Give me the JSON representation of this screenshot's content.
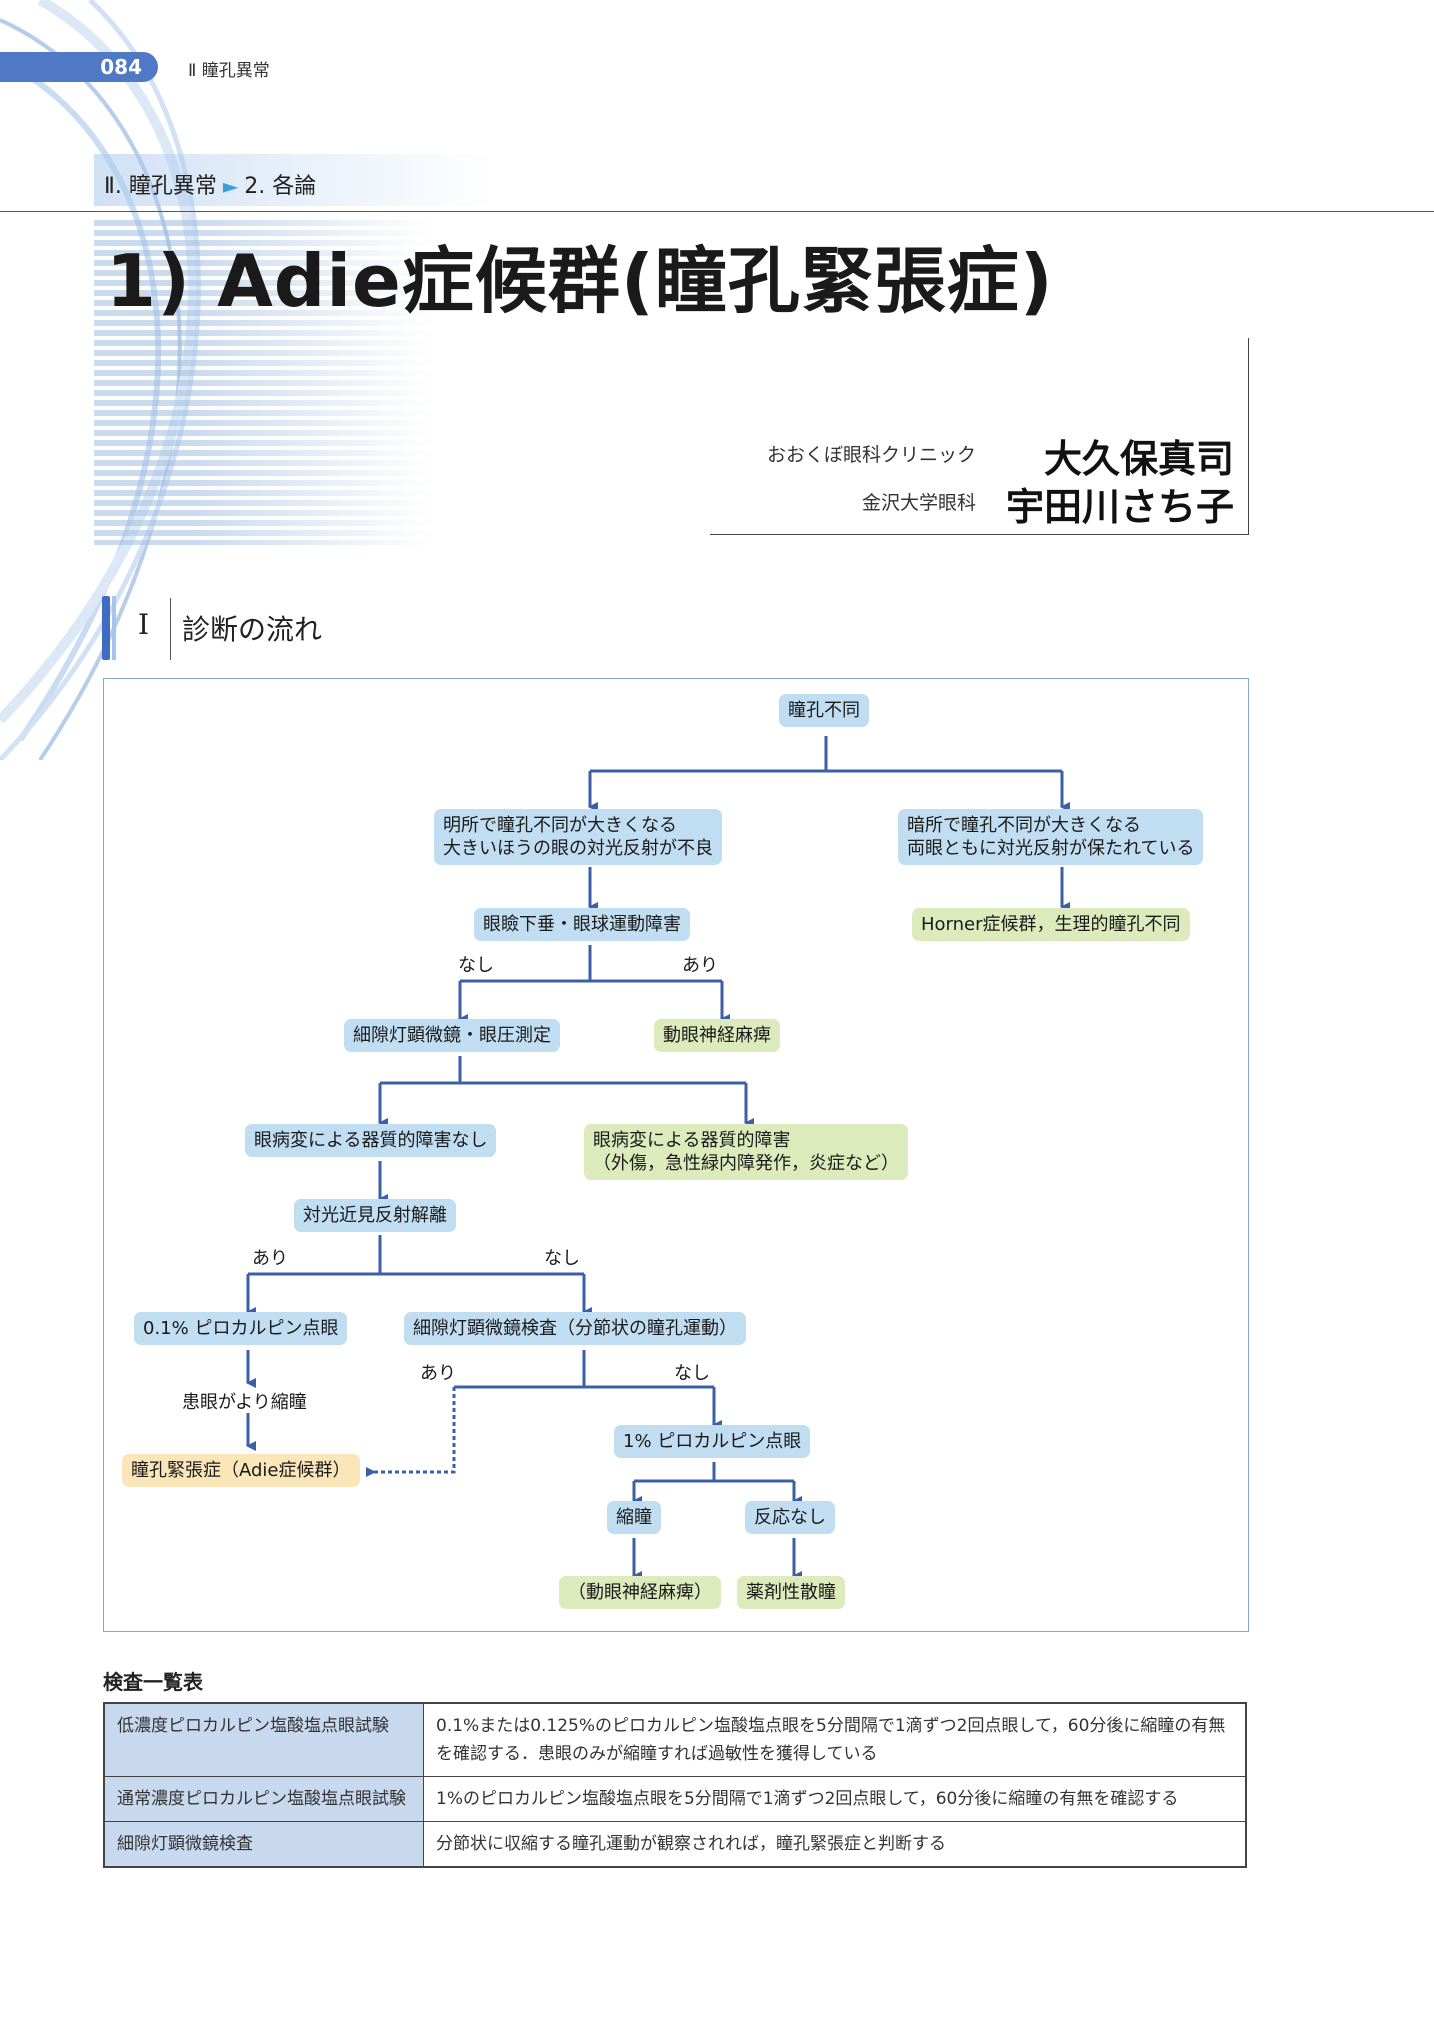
{
  "header": {
    "page_number": "084",
    "running_head": "Ⅱ 瞳孔異常"
  },
  "section": {
    "part": "Ⅱ. 瞳孔異常",
    "sub": "2. 各論"
  },
  "title": "1) Adie症候群(瞳孔緊張症)",
  "authors": [
    {
      "affiliation": "おおくぼ眼科クリニック",
      "name": "大久保真司"
    },
    {
      "affiliation": "金沢大学眼科",
      "name": "宇田川さち子"
    }
  ],
  "heading": {
    "number": "I",
    "text": "診断の流れ"
  },
  "flowchart": {
    "start": "瞳孔不同",
    "bright_line1": "明所で瞳孔不同が大きくなる",
    "bright_line2": "大きいほうの眼の対光反射が不良",
    "dark_line1": "暗所で瞳孔不同が大きくなる",
    "dark_line2": "両眼ともに対光反射が保たれている",
    "horner": "Horner症候群，生理的瞳孔不同",
    "ptosis": "眼瞼下垂・眼球運動障害",
    "label_nashi_1": "なし",
    "label_ari_1": "あり",
    "slitlamp_iop": "細隙灯顕微鏡・眼圧測定",
    "oculomotor_palsy": "動眼神経麻痺",
    "no_organic": "眼病変による器質的障害なし",
    "organic_line1": "眼病変による器質的障害",
    "organic_line2": "（外傷，急性緑内障発作，炎症など）",
    "light_near": "対光近見反射解離",
    "label_ari_2": "あり",
    "label_nashi_2": "なし",
    "pilo_01": "0.1% ピロカルピン点眼",
    "slitlamp_exam": "細隙灯顕微鏡検査（分節状の瞳孔運動）",
    "label_ari_3": "あり",
    "label_nashi_3": "なし",
    "constricts_more": "患眼がより縮瞳",
    "adie": "瞳孔緊張症（Adie症候群）",
    "pilo_1": "1% ピロカルピン点眼",
    "miosis": "縮瞳",
    "no_response": "反応なし",
    "oculomotor_paren": "（動眼神経麻痺）",
    "pharmacologic": "薬剤性散瞳"
  },
  "exam_table": {
    "title": "検査一覧表",
    "rows": [
      {
        "name": "低濃度ピロカルピン塩酸塩点眼試験",
        "desc": "0.1%または0.125%のピロカルピン塩酸塩点眼を5分間隔で1滴ずつ2回点眼して，60分後に縮瞳の有無を確認する．患眼のみが縮瞳すれば過敏性を獲得している"
      },
      {
        "name": "通常濃度ピロカルピン塩酸塩点眼試験",
        "desc": "1%のピロカルピン塩酸塩点眼を5分間隔で1滴ずつ2回点眼して，60分後に縮瞳の有無を確認する"
      },
      {
        "name": "細隙灯顕微鏡検査",
        "desc": "分節状に収縮する瞳孔運動が観察されれば，瞳孔緊張症と判断する"
      }
    ]
  },
  "colors": {
    "accent_blue": "#4f79c4",
    "node_blue": "#c0ddf2",
    "node_green": "#ddebbc",
    "node_yellow": "#fae6b8",
    "line_blue": "#3d5fa8",
    "table_header": "#c8d8ee"
  }
}
